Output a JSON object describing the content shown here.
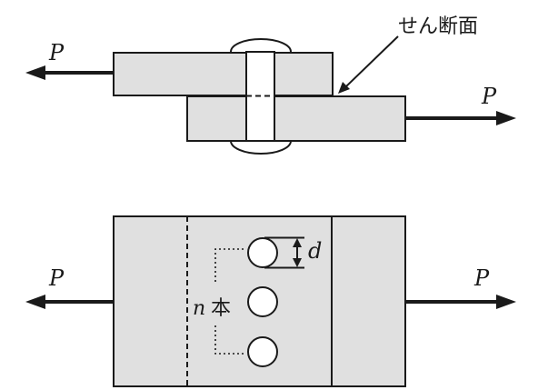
{
  "labels": {
    "force_top_left": "P",
    "force_top_right": "P",
    "force_bottom_left": "P",
    "force_bottom_right": "P",
    "shear_section": "せん断面",
    "diameter": "d",
    "rivet_count_var": "n",
    "rivet_count_unit": "本"
  }
}
